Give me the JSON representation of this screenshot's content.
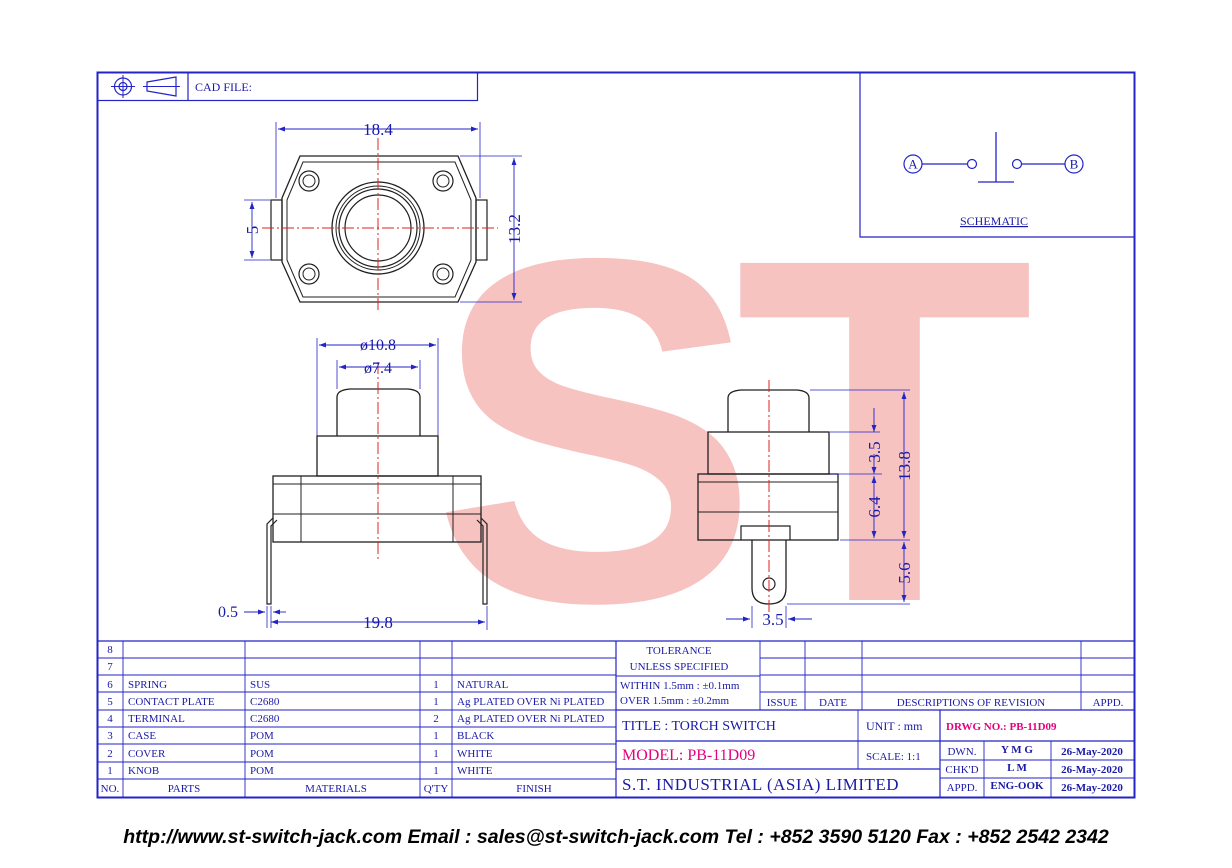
{
  "header": {
    "cad_label": "CAD FILE:"
  },
  "schematic": {
    "terminal_a": "A",
    "terminal_b": "B",
    "label": "SCHEMATIC"
  },
  "dims": {
    "top_width": "18.4",
    "top_height": "13.2",
    "top_slot": "5",
    "cover_dia": "ø10.8",
    "knob_dia": "ø7.4",
    "pin_thk": "0.5",
    "pin_span": "19.8",
    "h_knob": "3.5",
    "h_body": "6.4",
    "h_total": "13.8",
    "h_pin": "5.6",
    "w_pin": "3.5"
  },
  "watermark": "ST",
  "parts": {
    "headers": {
      "no": "NO.",
      "parts": "PARTS",
      "materials": "MATERIALS",
      "qty": "Q'TY",
      "finish": "FINISH"
    },
    "rows": [
      {
        "no": "8",
        "part": "",
        "material": "",
        "qty": "",
        "finish": ""
      },
      {
        "no": "7",
        "part": "",
        "material": "",
        "qty": "",
        "finish": ""
      },
      {
        "no": "6",
        "part": "SPRING",
        "material": "SUS",
        "qty": "1",
        "finish": "NATURAL"
      },
      {
        "no": "5",
        "part": "CONTACT PLATE",
        "material": "C2680",
        "qty": "1",
        "finish": "Ag PLATED OVER Ni PLATED"
      },
      {
        "no": "4",
        "part": "TERMINAL",
        "material": "C2680",
        "qty": "2",
        "finish": "Ag PLATED OVER Ni PLATED"
      },
      {
        "no": "3",
        "part": "CASE",
        "material": "POM",
        "qty": "1",
        "finish": "BLACK"
      },
      {
        "no": "2",
        "part": "COVER",
        "material": "POM",
        "qty": "1",
        "finish": "WHITE"
      },
      {
        "no": "1",
        "part": "KNOB",
        "material": "POM",
        "qty": "1",
        "finish": "WHITE"
      }
    ]
  },
  "tolerance": {
    "line1": "TOLERANCE",
    "line2": "UNLESS   SPECIFIED",
    "within": "WITHIN  1.5mm : ±0.1mm",
    "over": "OVER    1.5mm : ±0.2mm"
  },
  "revision": {
    "issue": "ISSUE",
    "date": "DATE",
    "desc": "DESCRIPTIONS  OF  REVISION",
    "appd": "APPD."
  },
  "title_block": {
    "title": "TITLE : TORCH SWITCH",
    "unit": "UNIT :   mm",
    "drwg_no": "DRWG NO.: PB-11D09",
    "model": "MODEL: PB-11D09",
    "scale": "SCALE:   1:1",
    "company": "S.T.  INDUSTRIAL  (ASIA)  LIMITED",
    "dwn_label": "DWN.",
    "dwn_name": "Y M G",
    "dwn_date": "26-May-2020",
    "chkd_label": "CHK'D",
    "chkd_name": "L M",
    "chkd_date": "26-May-2020",
    "appd_label": "APPD.",
    "appd_name": "ENG-OOK",
    "appd_date": "26-May-2020"
  },
  "footer": "http://www.st-switch-jack.com  Email : sales@st-switch-jack.com  Tel : +852 3590 5120  Fax : +852 2542 2342"
}
